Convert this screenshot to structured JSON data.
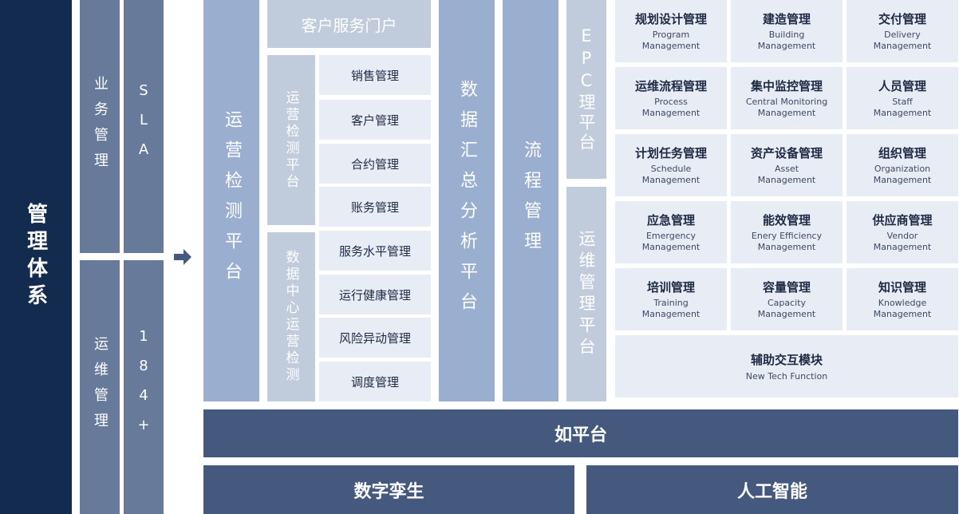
{
  "system": "管理体系",
  "left": {
    "biz": "业务管理",
    "sla": "SLA",
    "ops": "运维管理",
    "ops_num": "184+"
  },
  "platforms": {
    "ops_detect": "运营检测平台",
    "portal": "客户服务门户",
    "ops_detect_sub": "运营检测平台",
    "dc_ops": "数据中心运营检测",
    "data_analysis": "数据汇总分析平台",
    "process": "流程管理",
    "epc": "EPC理平台",
    "ops_mgmt": "运维管理平台"
  },
  "items": [
    "销售管理",
    "客户管理",
    "合约管理",
    "账务管理",
    "服务水平管理",
    "运行健康管理",
    "风险异动管理",
    "调度管理"
  ],
  "grid": [
    {
      "cn": "规划设计管理",
      "en1": "Program",
      "en2": "Management"
    },
    {
      "cn": "建造管理",
      "en1": "Building",
      "en2": "Management"
    },
    {
      "cn": "交付管理",
      "en1": "Delivery",
      "en2": "Management"
    },
    {
      "cn": "运维流程管理",
      "en1": "Process",
      "en2": "Management"
    },
    {
      "cn": "集中监控管理",
      "en1": "Central Monitoring",
      "en2": "Management"
    },
    {
      "cn": "人员管理",
      "en1": "Staff",
      "en2": "Management"
    },
    {
      "cn": "计划任务管理",
      "en1": "Schedule",
      "en2": "Management"
    },
    {
      "cn": "资产设备管理",
      "en1": "Asset",
      "en2": "Management"
    },
    {
      "cn": "组织管理",
      "en1": "Organization",
      "en2": "Management"
    },
    {
      "cn": "应急管理",
      "en1": "Emergency",
      "en2": "Management"
    },
    {
      "cn": "能效管理",
      "en1": "Enery Efficiency",
      "en2": "Management"
    },
    {
      "cn": "供应商管理",
      "en1": "Vendor",
      "en2": "Management"
    },
    {
      "cn": "培训管理",
      "en1": "Training",
      "en2": "Management"
    },
    {
      "cn": "容量管理",
      "en1": "Capacity",
      "en2": "Management"
    },
    {
      "cn": "知识管理",
      "en1": "Knowledge",
      "en2": "Management"
    }
  ],
  "aux": {
    "cn": "辅助交互模块",
    "en": "New Tech Function"
  },
  "bottom": {
    "ru": "如平台",
    "twin": "数字孪生",
    "ai": "人工智能"
  }
}
